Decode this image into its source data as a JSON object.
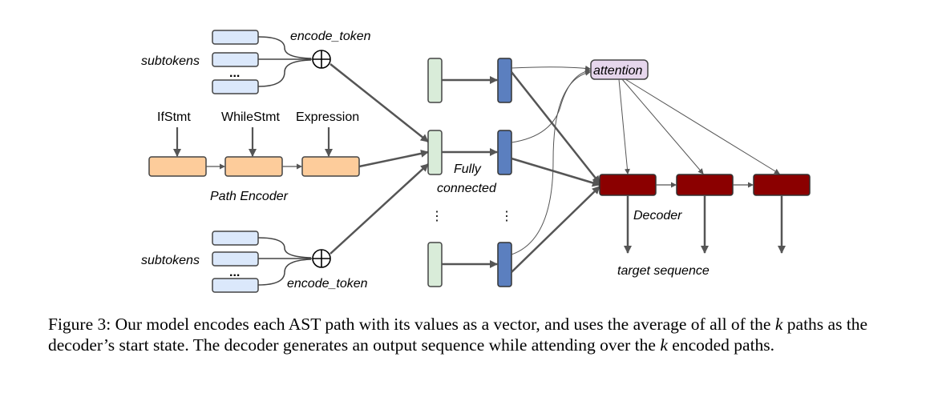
{
  "labels": {
    "encode_token_top": "encode_token",
    "encode_token_bottom": "encode_token",
    "subtokens_top": "subtokens",
    "subtokens_bottom": "subtokens",
    "ellipsis_top": "...",
    "ellipsis_bottom": "...",
    "node_ifstmt": "IfStmt",
    "node_whilestmt": "WhileStmt",
    "node_expression": "Expression",
    "path_encoder": "Path Encoder",
    "fully": "Fully",
    "connected": "connected",
    "attention": "attention",
    "decoder": "Decoder",
    "target_sequence": "target sequence",
    "vdots": "⋮"
  },
  "caption": {
    "part1": "Figure 3: Our model encodes each AST path with its values as a vector, and uses the average of all of the ",
    "k1": "k",
    "part2": " paths as the decoder’s start state. The decoder generates an output sequence while attending over the ",
    "k2": "k",
    "part3": " encoded paths."
  },
  "colors": {
    "subtoken_fill": "#dbe8fb",
    "path_fill": "#fdcc9b",
    "vector_fill": "#d9ecd9",
    "fc_fill": "#5b7fbf",
    "attention_fill": "#e6d6ec",
    "decoder_fill": "#8b0000",
    "arrow": "#555555"
  }
}
